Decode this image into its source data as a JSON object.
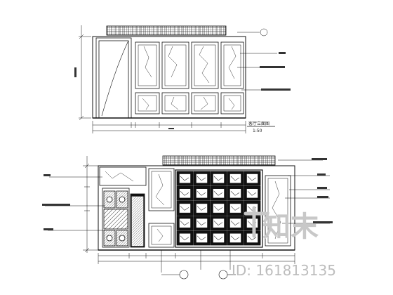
{
  "top_elevation": {
    "title": "客厅立面图",
    "scale": "1:50"
  },
  "bottom_elevation": {},
  "watermark": {
    "logo_text": "知末",
    "id_text": "ID: 161813135"
  },
  "colors": {
    "line": "#111111",
    "hatch": "#333333",
    "watermark": "#c8c8c8",
    "background": "#ffffff"
  }
}
